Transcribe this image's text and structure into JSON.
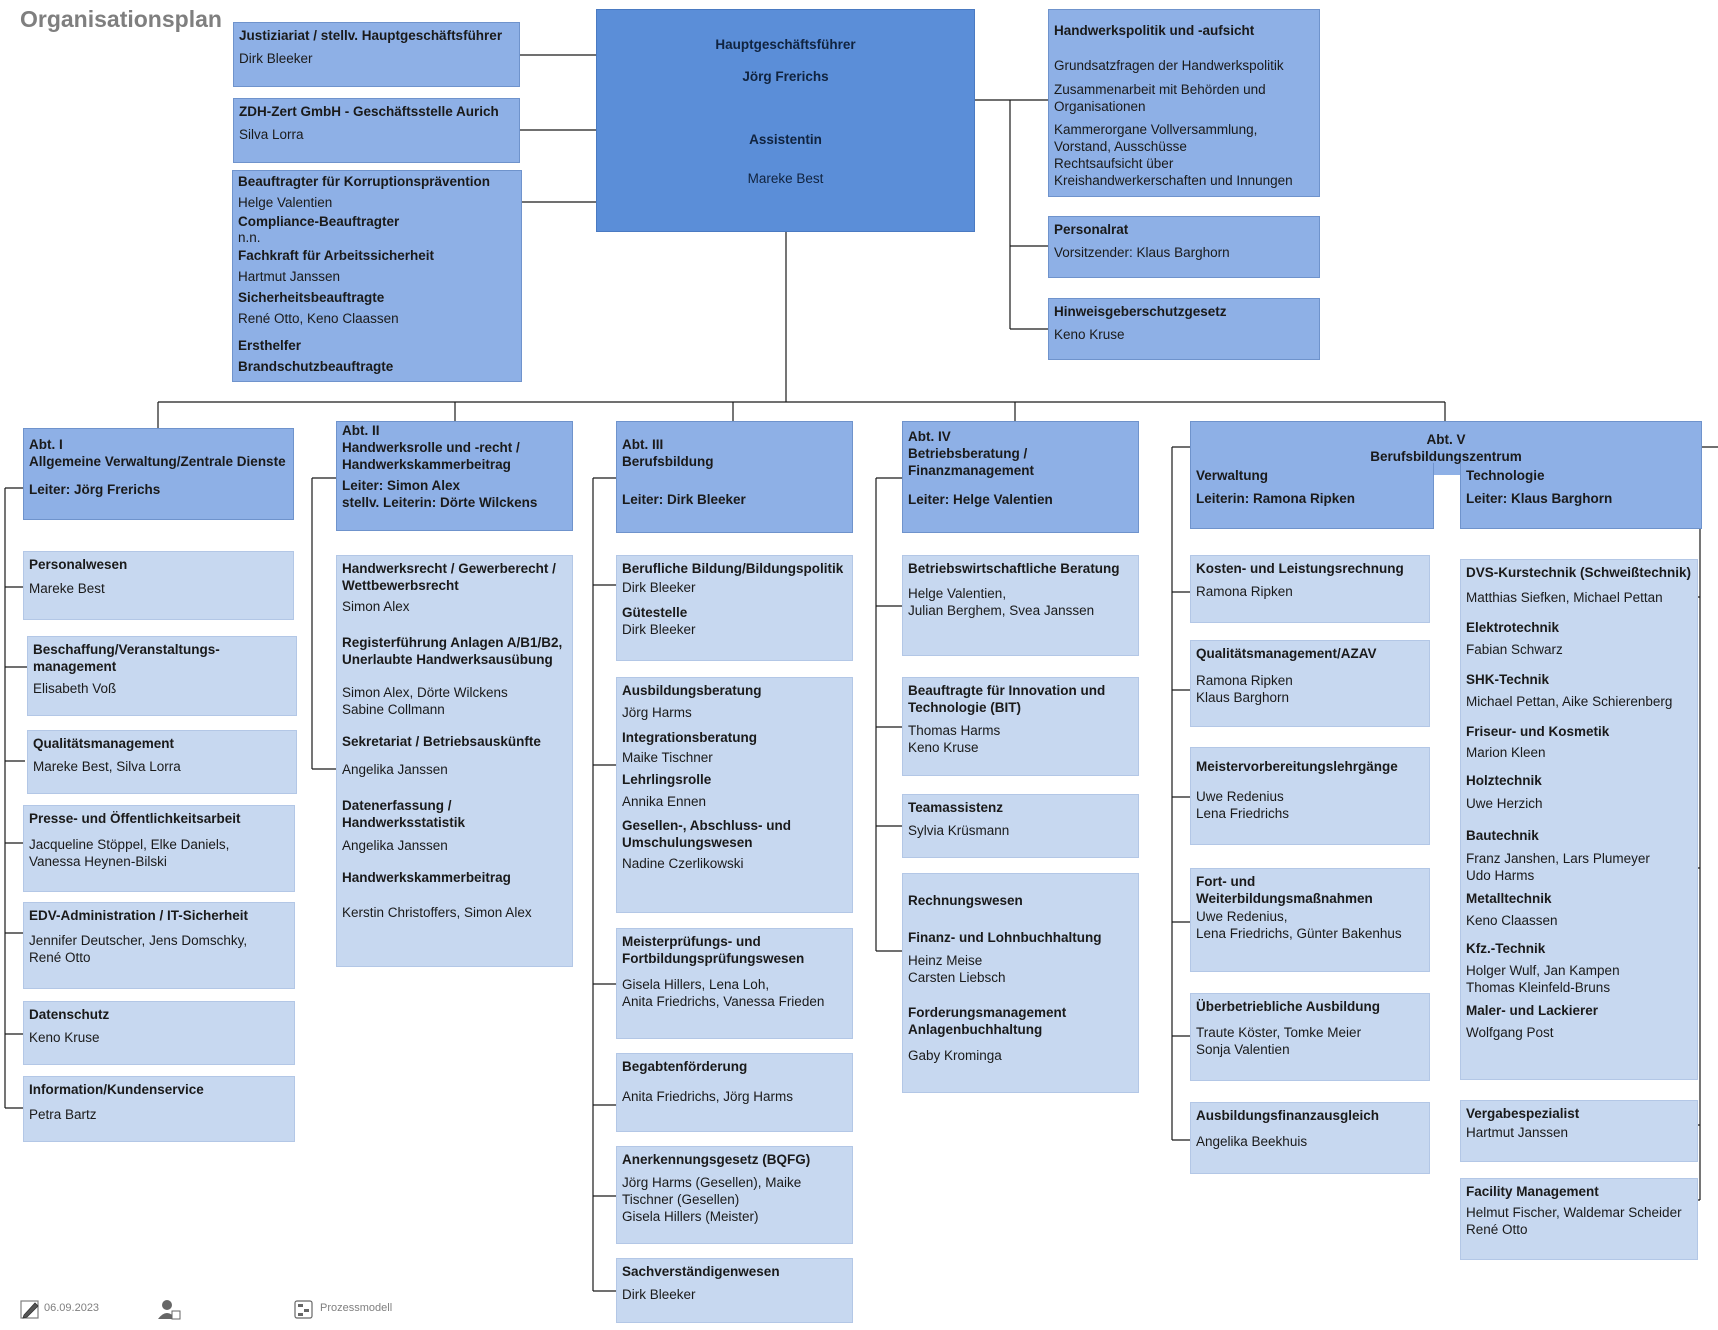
{
  "title": "Organisationsplan",
  "top": {
    "hgf_label": "Hauptgeschäftsführer",
    "hgf_name": "Jörg Frerichs",
    "assist_label": "Assistentin",
    "assist_name": "Mareke Best"
  },
  "left_staff": [
    {
      "title": "Justiziariat / stellv. Hauptgeschäftsführer",
      "name": "Dirk Bleeker"
    },
    {
      "title": "ZDH-Zert GmbH - Geschäftsstelle Aurich",
      "name": "Silva Lorra"
    },
    {
      "items": [
        {
          "title": "Beauftragter für Korruptionsprävention",
          "name": "Helge Valentien"
        },
        {
          "title": "Compliance-Beauftragter",
          "name": "n.n."
        },
        {
          "title": "Fachkraft für Arbeitssicherheit",
          "name": "Hartmut Janssen"
        },
        {
          "title": "Sicherheitsbeauftragte",
          "name": "René Otto, Keno Claassen"
        },
        {
          "title": "Ersthelfer",
          "name": ""
        },
        {
          "title": "Brandschutzbeauftragte",
          "name": ""
        }
      ]
    }
  ],
  "right_staff": {
    "hwp_title": "Handwerkspolitik und -aufsicht",
    "hwp_lines": [
      "Grundsatzfragen der Handwerkspolitik",
      "Zusammenarbeit mit Behörden und",
      "Organisationen",
      "Kammerorgane Vollversammlung,",
      "Vorstand, Ausschüsse",
      "Rechtsaufsicht über",
      "Kreishandwerkerschaften und Innungen"
    ],
    "pr_title": "Personalrat",
    "pr_name": "Vorsitzender: Klaus Barghorn",
    "hg_title": "Hinweisgeberschutzgesetz",
    "hg_name": "Keno Kruse"
  },
  "departments": [
    {
      "head": [
        "Abt. I",
        "Allgemeine Verwaltung/Zentrale Dienste"
      ],
      "lead": "Leiter: Jörg Frerichs",
      "units": [
        {
          "title": [
            "Personalwesen"
          ],
          "names": [
            "Mareke Best"
          ]
        },
        {
          "title": [
            "Beschaffung/Veranstaltungs-",
            "management"
          ],
          "names": [
            "Elisabeth Voß"
          ]
        },
        {
          "title": [
            "Qualitätsmanagement"
          ],
          "names": [
            "Mareke Best, Silva Lorra"
          ]
        },
        {
          "title": [
            "Presse- und Öffentlichkeitsarbeit"
          ],
          "names": [
            "Jacqueline Stöppel, Elke Daniels,",
            "Vanessa Heynen-Bilski"
          ]
        },
        {
          "title": [
            "EDV-Administration / IT-Sicherheit"
          ],
          "names": [
            "Jennifer Deutscher, Jens Domschky,",
            "René Otto"
          ]
        },
        {
          "title": [
            "Datenschutz"
          ],
          "names": [
            "Keno Kruse"
          ]
        },
        {
          "title": [
            "Information/Kundenservice"
          ],
          "names": [
            "Petra Bartz"
          ]
        }
      ]
    },
    {
      "head": [
        "Abt. II",
        "Handwerksrolle und -recht /",
        "Handwerkskammerbeitrag"
      ],
      "lead": [
        "Leiter: Simon Alex",
        "stellv. Leiterin: Dörte Wilckens"
      ],
      "units": [
        {
          "title": [
            "Handwerksrecht / Gewerberecht /",
            "Wettbewerbsrecht"
          ],
          "names": [
            "Simon Alex"
          ]
        },
        {
          "title": [
            "Registerführung Anlagen A/B1/B2,",
            "Unerlaubte Handwerksausübung"
          ],
          "names": [
            "Simon Alex, Dörte Wilckens",
            "Sabine Collmann"
          ]
        },
        {
          "title": [
            "Sekretariat / Betriebsauskünfte"
          ],
          "names": [
            "Angelika Janssen"
          ]
        },
        {
          "title": [
            "Datenerfassung /",
            "Handwerksstatistik"
          ],
          "names": [
            "Angelika Janssen"
          ]
        },
        {
          "title": [
            "Handwerkskammerbeitrag"
          ],
          "names": [
            "Kerstin Christoffers, Simon Alex"
          ]
        }
      ]
    },
    {
      "head": [
        "Abt. III",
        "Berufsbildung"
      ],
      "lead": "Leiter: Dirk Bleeker",
      "units": [
        {
          "title": [
            "Berufliche Bildung/Bildungspolitik"
          ],
          "names": [
            "Dirk Bleeker"
          ]
        },
        {
          "title": [
            "Gütestelle"
          ],
          "names": [
            "Dirk Bleeker"
          ]
        },
        {
          "title": [
            "Ausbildungsberatung"
          ],
          "names": [
            "Jörg Harms"
          ]
        },
        {
          "title": [
            "Integrationsberatung"
          ],
          "names": [
            "Maike Tischner"
          ]
        },
        {
          "title": [
            "Lehrlingsrolle"
          ],
          "names": [
            "Annika Ennen"
          ]
        },
        {
          "title": [
            "Gesellen-, Abschluss- und",
            "Umschulungswesen"
          ],
          "names": [
            "Nadine Czerlikowski"
          ]
        },
        {
          "title": [
            "Meisterprüfungs- und",
            "Fortbildungsprüfungswesen"
          ],
          "names": [
            "Gisela Hillers, Lena Loh,",
            "Anita Friedrichs, Vanessa Frieden"
          ]
        },
        {
          "title": [
            "Begabtenförderung"
          ],
          "names": [
            "Anita Friedrichs, Jörg Harms"
          ]
        },
        {
          "title": [
            "Anerkennungsgesetz (BQFG)"
          ],
          "names": [
            "Jörg Harms (Gesellen), Maike",
            "Tischner (Gesellen)",
            "Gisela Hillers (Meister)"
          ]
        },
        {
          "title": [
            "Sachverständigenwesen"
          ],
          "names": [
            "Dirk Bleeker"
          ]
        }
      ]
    },
    {
      "head": [
        "Abt. IV",
        "Betriebsberatung /",
        "Finanzmanagement"
      ],
      "lead": "Leiter: Helge Valentien",
      "units": [
        {
          "title": [
            "Betriebswirtschaftliche Beratung"
          ],
          "names": [
            "Helge Valentien,",
            "Julian Berghem, Svea Janssen"
          ]
        },
        {
          "title": [
            "Beauftragte für Innovation und",
            "Technologie (BIT)"
          ],
          "names": [
            "Thomas Harms",
            "Keno Kruse"
          ]
        },
        {
          "title": [
            "Teamassistenz"
          ],
          "names": [
            "Sylvia Krüsmann"
          ]
        },
        {
          "title": [
            "Rechnungswesen"
          ],
          "names": []
        },
        {
          "title": [
            "Finanz- und Lohnbuchhaltung"
          ],
          "names": [
            "Heinz Meise",
            "Carsten Liebsch"
          ]
        },
        {
          "title": [
            "Forderungsmanagement",
            "Anlagenbuchhaltung"
          ],
          "names": [
            "Gaby Krominga"
          ]
        }
      ]
    },
    {
      "head": [
        "Abt. V",
        "Berufsbildungszentrum"
      ],
      "sub_left": {
        "title": "Verwaltung",
        "lead": "Leiterin: Ramona Ripken"
      },
      "sub_right": {
        "title": "Technologie",
        "lead": "Leiter: Klaus Barghorn"
      },
      "units_left": [
        {
          "title": [
            "Kosten- und Leistungsrechnung"
          ],
          "names": [
            "Ramona Ripken"
          ]
        },
        {
          "title": [
            "Qualitätsmanagement/AZAV"
          ],
          "names": [
            "Ramona Ripken",
            "Klaus Barghorn"
          ]
        },
        {
          "title": [
            "Meistervorbereitungslehrgänge"
          ],
          "names": [
            "Uwe Redenius",
            "Lena Friedrichs"
          ]
        },
        {
          "title": [
            "Fort- und",
            "Weiterbildungsmaßnahmen"
          ],
          "names": [
            "Uwe Redenius,",
            "Lena Friedrichs, Günter Bakenhus"
          ]
        },
        {
          "title": [
            "Überbetriebliche Ausbildung"
          ],
          "names": [
            "Traute Köster, Tomke Meier",
            "Sonja Valentien"
          ]
        },
        {
          "title": [
            "Ausbildungsfinanzausgleich"
          ],
          "names": [
            "Angelika Beekhuis"
          ]
        }
      ],
      "units_right": [
        {
          "title": [
            "DVS-Kurstechnik (Schweißtechnik)"
          ],
          "names": [
            "Matthias Siefken, Michael Pettan"
          ]
        },
        {
          "title": [
            "Elektrotechnik"
          ],
          "names": [
            "Fabian Schwarz"
          ]
        },
        {
          "title": [
            "SHK-Technik"
          ],
          "names": [
            "Michael Pettan, Aike Schierenberg"
          ]
        },
        {
          "title": [
            "Friseur- und Kosmetik"
          ],
          "names": [
            "Marion Kleen"
          ]
        },
        {
          "title": [
            "Holztechnik"
          ],
          "names": [
            "Uwe Herzich"
          ]
        },
        {
          "title": [
            "Bautechnik"
          ],
          "names": [
            "Franz Janshen, Lars Plumeyer",
            "Udo Harms"
          ]
        },
        {
          "title": [
            "Metalltechnik"
          ],
          "names": [
            "Keno Claassen"
          ]
        },
        {
          "title": [
            "Kfz.-Technik"
          ],
          "names": [
            "Holger Wulf, Jan Kampen",
            "Thomas Kleinfeld-Bruns"
          ]
        },
        {
          "title": [
            "Maler- und Lackierer"
          ],
          "names": [
            "Wolfgang Post"
          ]
        },
        {
          "title": [
            "Vergabespezialist"
          ],
          "names": [
            "Hartmut Janssen"
          ]
        },
        {
          "title": [
            "Facility Management"
          ],
          "names": [
            "Helmut Fischer, Waldemar Scheider",
            "René Otto"
          ]
        }
      ]
    }
  ],
  "footer": {
    "date": "06.09.2023",
    "model": "Prozessmodell",
    "edit_icon": "pencil-icon",
    "person_icon": "person-icon",
    "model_icon": "process-model-icon"
  }
}
